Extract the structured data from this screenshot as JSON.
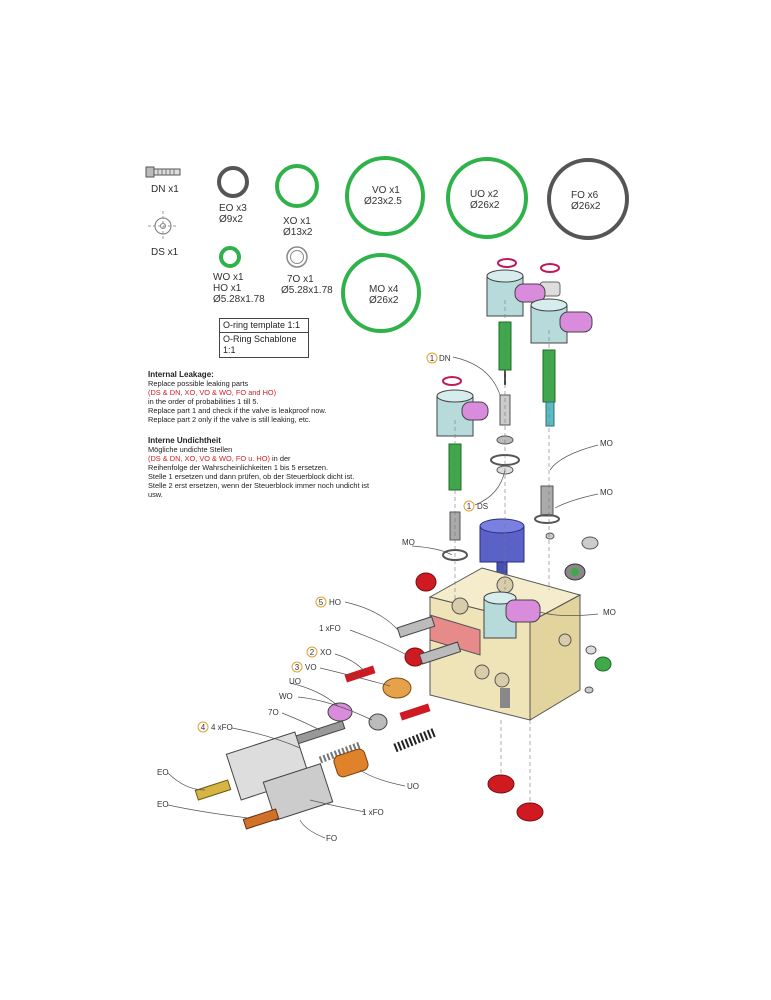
{
  "parts": {
    "dn": "DN x1",
    "ds": "DS x1",
    "eo": [
      "EO x3",
      "Ø9x2"
    ],
    "xo": [
      "XO x1",
      "Ø13x2"
    ],
    "vo": [
      "VO x1",
      "Ø23x2.5"
    ],
    "uo": [
      "UO x2",
      "Ø26x2"
    ],
    "fo": [
      "FO x6",
      "Ø26x2"
    ],
    "wo": [
      "WO x1",
      "HO x1",
      "Ø5.28x1.78"
    ],
    "seven_o": [
      "7O x1",
      "Ø5.28x1.78"
    ],
    "mo": [
      "MO x4",
      "Ø26x2"
    ]
  },
  "template": [
    "O-ring template 1:1",
    "O-Ring Schablone 1:1"
  ],
  "notes_en": {
    "heading": "Internal Leakage:",
    "line1": "Replace possible leaking parts",
    "line2": "(DS & DN, XO, VO & WO, FO and HO)",
    "line3": "in the order of probabilities 1 till 5.",
    "line4": "Replace part 1 and check if the valve is leakproof now.",
    "line5": "Replace part 2 only if the valve is still leaking, etc."
  },
  "notes_de": {
    "heading": "Interne Undichtheit",
    "line1": "Mögliche undichte Stellen",
    "line2": "(DS & DN, XO, VO & WO, FO u. HO)",
    "line2b": " in der",
    "line3": "Reihenfolge der Wahrscheinlichkeiten 1 bis 5 ersetzen.",
    "line4": "Stelle 1 ersetzen und dann prüfen, ob der Steuerblock dicht ist.",
    "line5": "Stelle 2 erst ersetzen, wenn der Steuerblock immer noch undicht ist",
    "line6": "usw."
  },
  "callouts": {
    "dn": "DN",
    "ds": "DS",
    "mo1": "MO",
    "mo2": "MO",
    "mo3": "MO",
    "mo4": "MO",
    "ho": "HO",
    "fo1": "1 xFO",
    "xo": "XO",
    "vo": "VO",
    "uo1": "UO",
    "wo": "WO",
    "seven_o": "7O",
    "fo4": "4 xFO",
    "eo1": "EO",
    "eo2": "EO",
    "uo2": "UO",
    "fo2": "1 xFO",
    "fo3": "FO",
    "n1a": "1",
    "n1b": "1",
    "n2": "2",
    "n3": "3",
    "n4": "4",
    "n5": "5"
  },
  "colors": {
    "green_ring": "#2fb24a",
    "gray_ring": "#555555",
    "block": "#efe4b8",
    "red_part": "#d01a22",
    "blue_part": "#5a62c8",
    "magenta_part": "#d46fd4",
    "teal_part": "#a9d2d4",
    "orange_part": "#e0822a",
    "callout_red": "#d4202a"
  }
}
